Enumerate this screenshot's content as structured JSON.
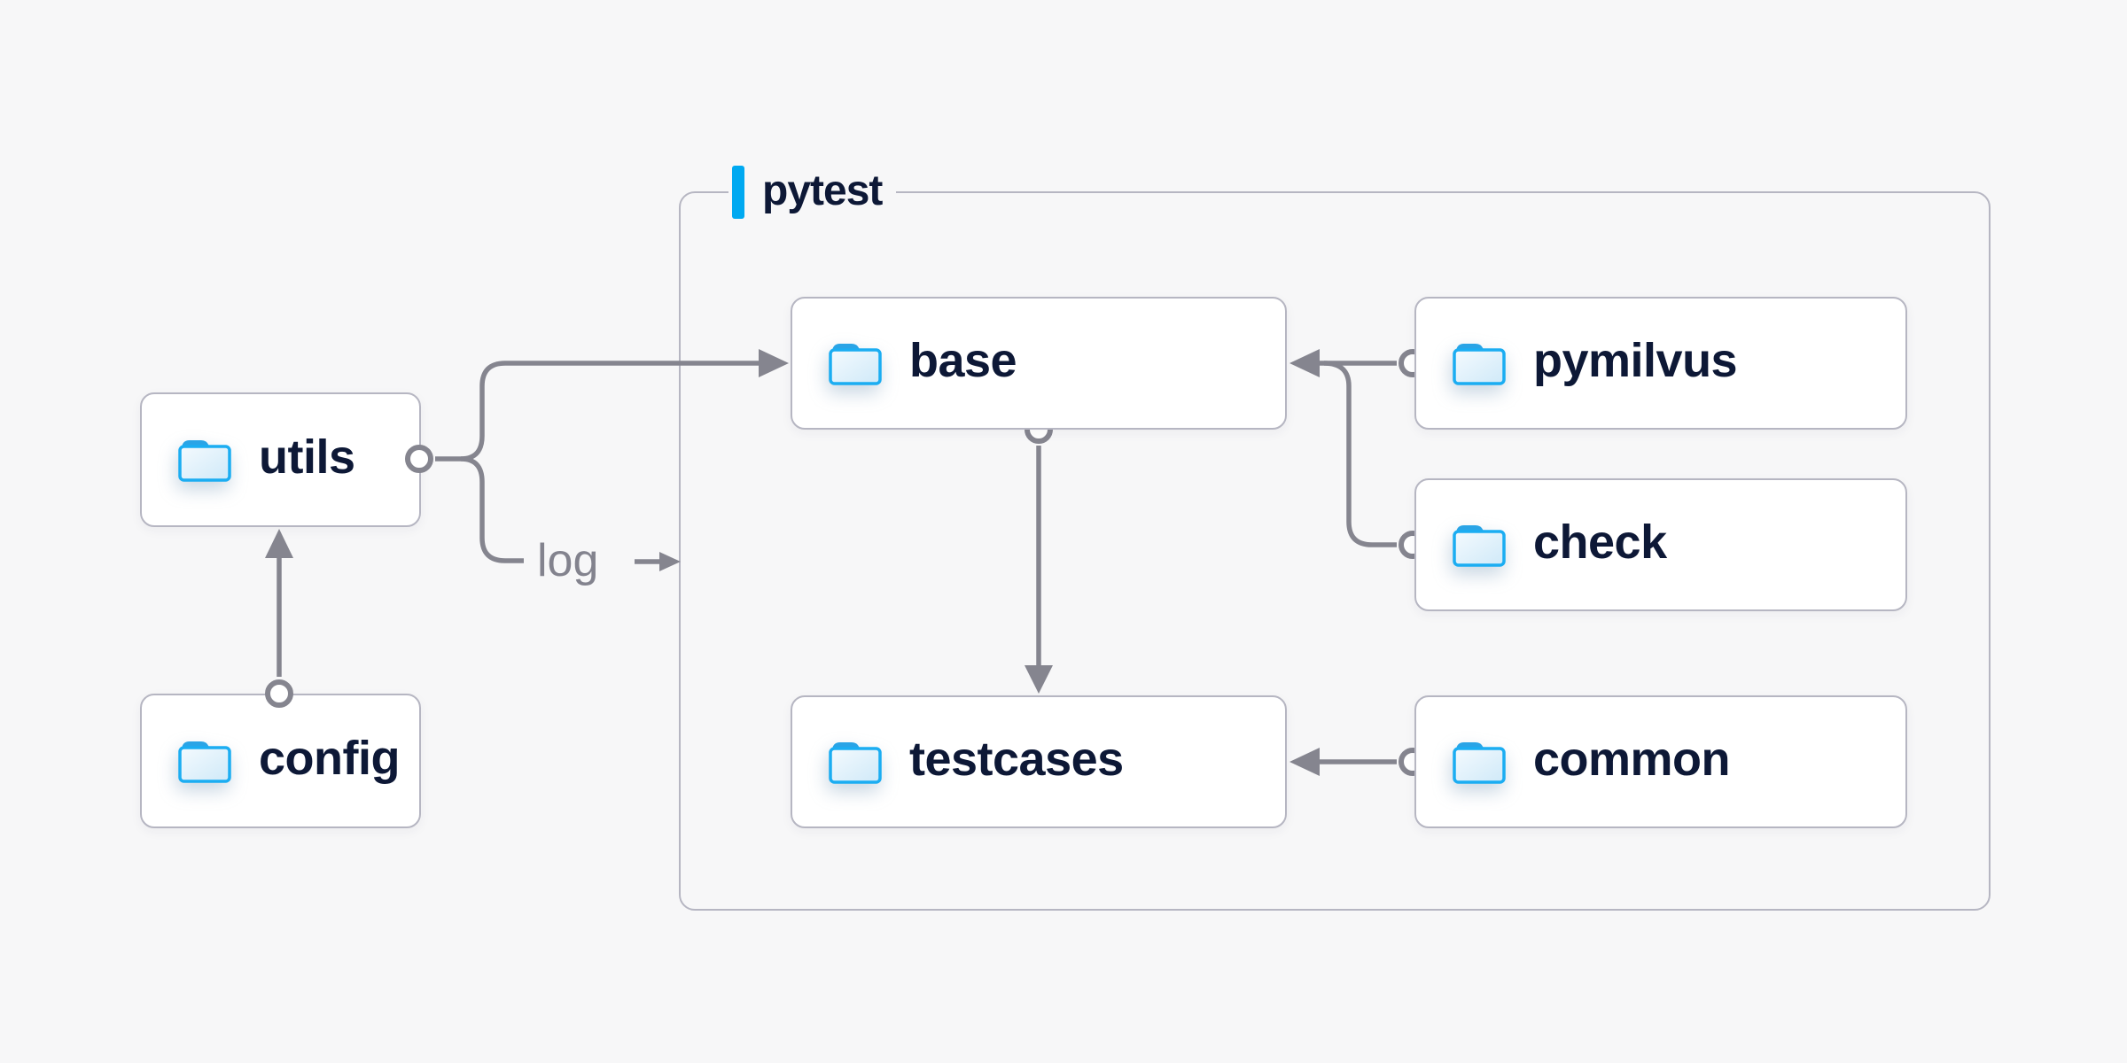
{
  "container": {
    "label": "pytest"
  },
  "nodes": {
    "utils": {
      "label": "utils"
    },
    "config": {
      "label": "config"
    },
    "base": {
      "label": "base"
    },
    "testcases": {
      "label": "testcases"
    },
    "pymilvus": {
      "label": "pymilvus"
    },
    "check": {
      "label": "check"
    },
    "common": {
      "label": "common"
    }
  },
  "edges": {
    "log_label": "log",
    "list": [
      {
        "from": "config",
        "to": "utils"
      },
      {
        "from": "utils",
        "to": "base"
      },
      {
        "from": "utils",
        "to": "log"
      },
      {
        "from": "base",
        "to": "testcases"
      },
      {
        "from": "pymilvus",
        "to": "base"
      },
      {
        "from": "check",
        "to": "base"
      },
      {
        "from": "common",
        "to": "testcases"
      }
    ]
  },
  "icons": {
    "node_icon": "folder-icon"
  },
  "colors": {
    "background": "#f7f7f8",
    "node_fill": "#ffffff",
    "node_border": "#b6b6c2",
    "connector_gray": "#85858f",
    "label_navy": "#0d1836",
    "accent_blue": "#00a9f1",
    "folder_stroke": "#1badf2",
    "folder_tab": "#2aa4e6",
    "log_text_gray": "#83838e"
  }
}
